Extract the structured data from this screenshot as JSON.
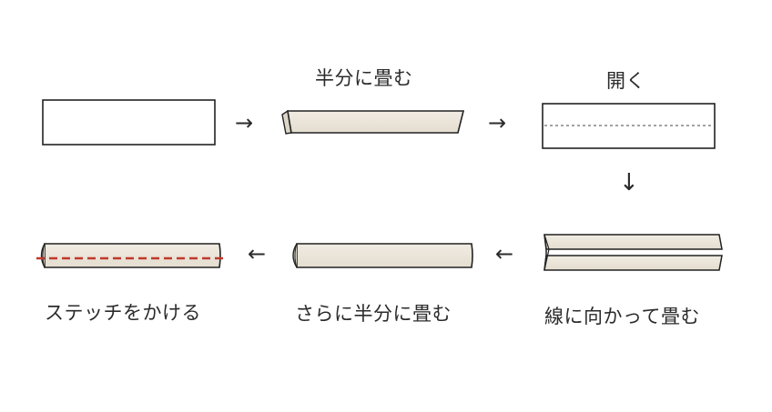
{
  "steps": [
    {
      "label": ""
    },
    {
      "label": "半分に畳む"
    },
    {
      "label": "開く"
    },
    {
      "label": "線に向かって畳む"
    },
    {
      "label": "さらに半分に畳む"
    },
    {
      "label": "ステッチをかける"
    }
  ],
  "arrows": {
    "right": "→",
    "down": "↓",
    "left": "←"
  },
  "colors": {
    "outline": "#222222",
    "fabric": "#ece7dd",
    "fabric_shade": "#ddd6c8",
    "stitch": "#c0392b",
    "text": "#2b2b2b"
  }
}
